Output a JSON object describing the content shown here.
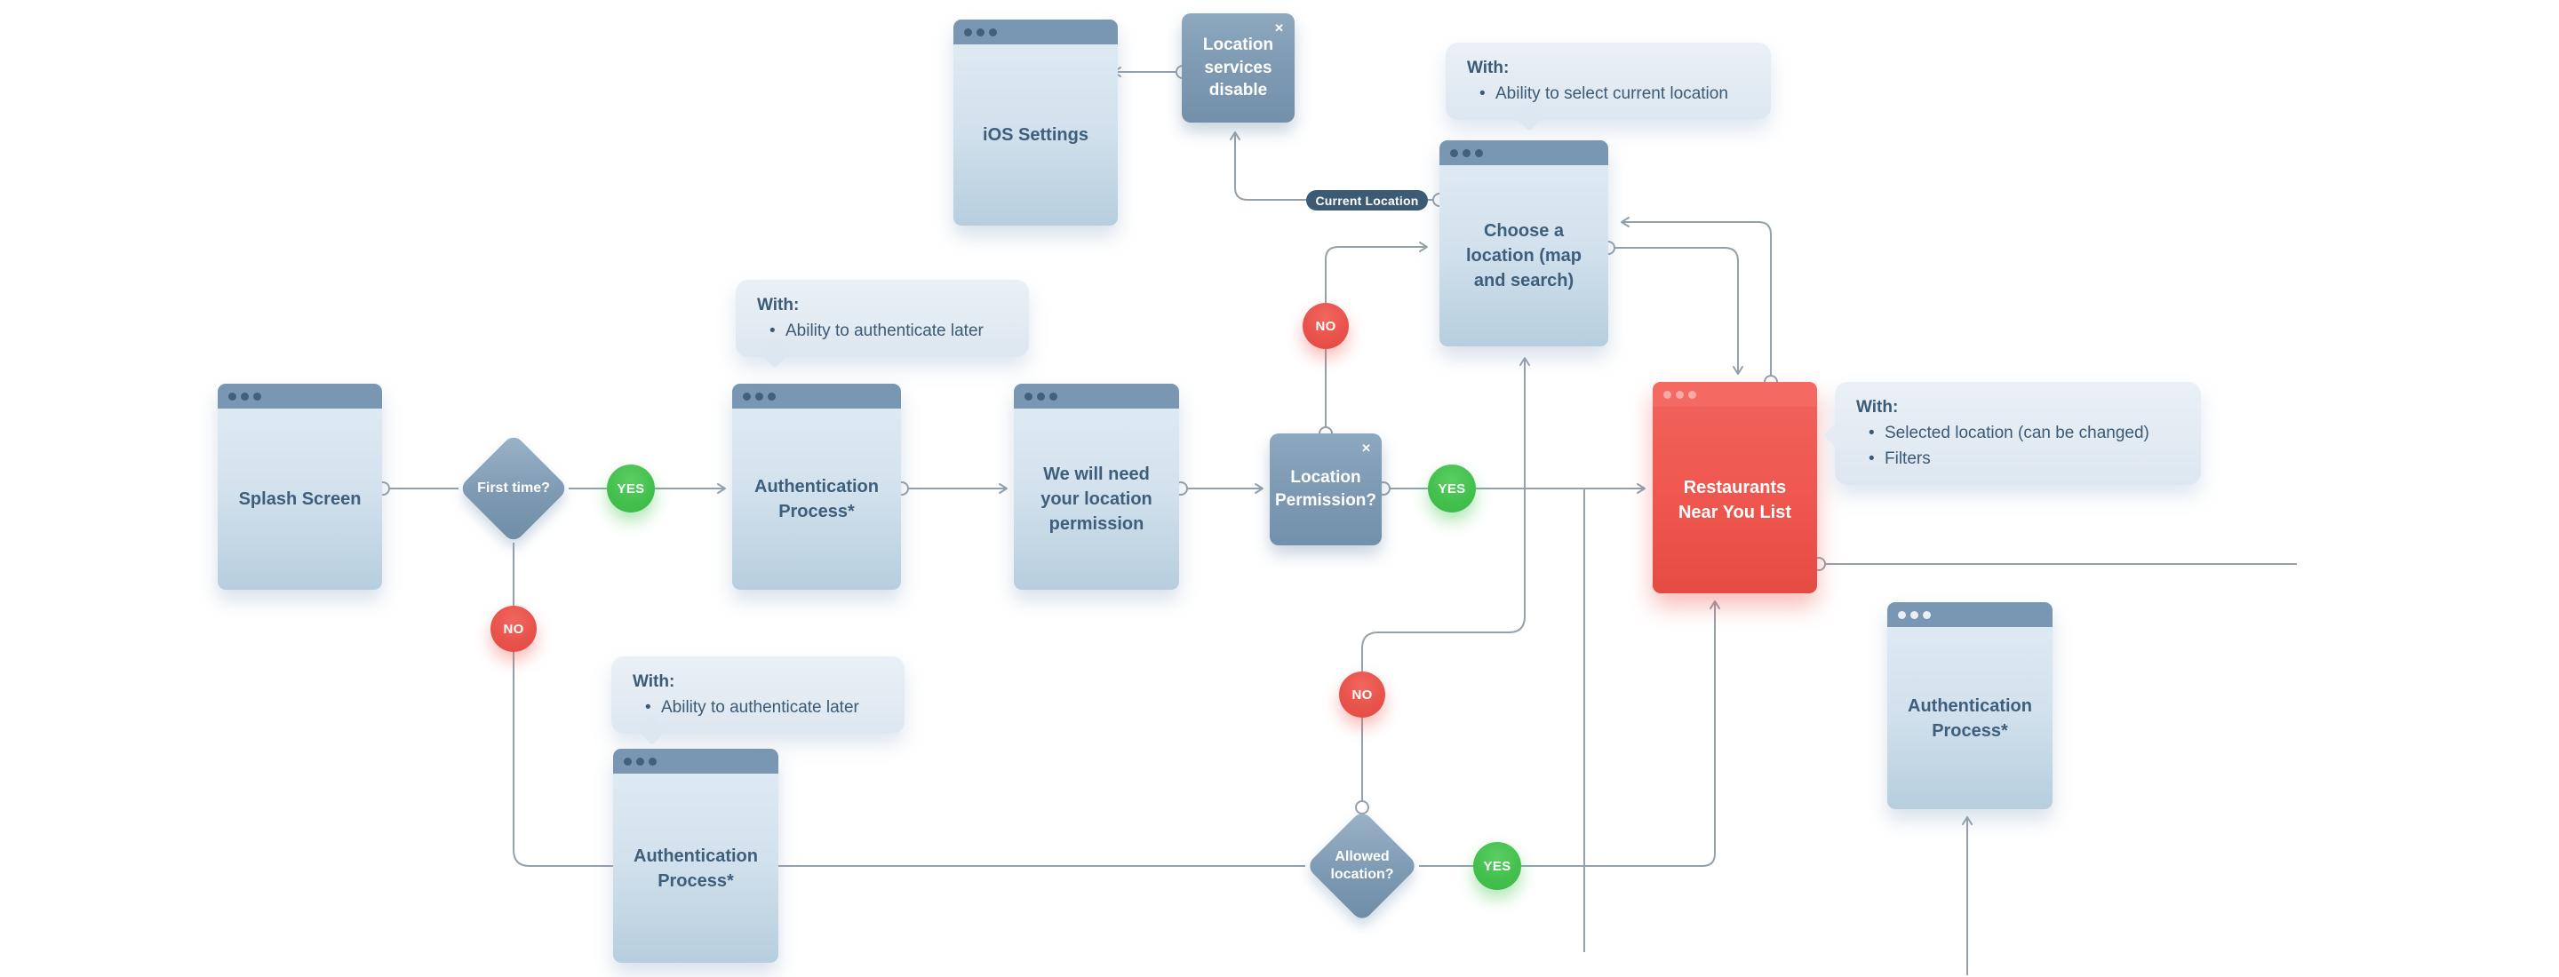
{
  "colors": {
    "line": "#94a0aa",
    "window_header": "#7997b2",
    "window_body": "#cfdfeb",
    "dark_panel": "#7e9ab3",
    "accent_red": "#ee5a52",
    "badge_yes": "#44c04e",
    "badge_no": "#e8534b",
    "pill_bg": "#3d5a74",
    "note_bg": "#e3ebf3",
    "text_primary": "#3e5e7c"
  },
  "windows": {
    "ios_settings": {
      "title": "iOS Settings"
    },
    "splash": {
      "title": "Splash Screen"
    },
    "auth_process_main": {
      "title": "Authentication Process*"
    },
    "need_location_permission": {
      "title": "We will need your location permission"
    },
    "choose_location": {
      "title": "Choose a location (map and search)"
    },
    "restaurants_near_you": {
      "title": "Restaurants Near You List"
    },
    "auth_process_right": {
      "title": "Authentication Process*"
    },
    "auth_process_bottom": {
      "title": "Authentication Process*"
    }
  },
  "dialogs": {
    "location_services": {
      "label": "Location services disable",
      "close_icon": "✕"
    },
    "location_permission": {
      "label": "Location Permission?",
      "close_icon": "✕"
    }
  },
  "decisions": {
    "first_time": {
      "label": "First time?"
    },
    "allowed_location": {
      "label": "Allowed location?"
    }
  },
  "badges": {
    "first_time_yes": {
      "label": "YES"
    },
    "first_time_no": {
      "label": "NO"
    },
    "permission_yes": {
      "label": "YES"
    },
    "permission_no": {
      "label": "NO"
    },
    "allowed_yes": {
      "label": "YES"
    },
    "allowed_no": {
      "label": "NO"
    }
  },
  "edge_labels": {
    "current_location": {
      "text": "Current Location"
    }
  },
  "notes": {
    "auth_later_top": {
      "title": "With:",
      "bullets": [
        "Ability to authenticate later"
      ]
    },
    "select_current_location": {
      "title": "With:",
      "bullets": [
        "Ability to select current location"
      ]
    },
    "restaurants_list": {
      "title": "With:",
      "bullets": [
        "Selected location (can be changed)",
        "Filters"
      ]
    },
    "auth_later_bottom": {
      "title": "With:",
      "bullets": [
        "Ability to authenticate later"
      ]
    }
  }
}
